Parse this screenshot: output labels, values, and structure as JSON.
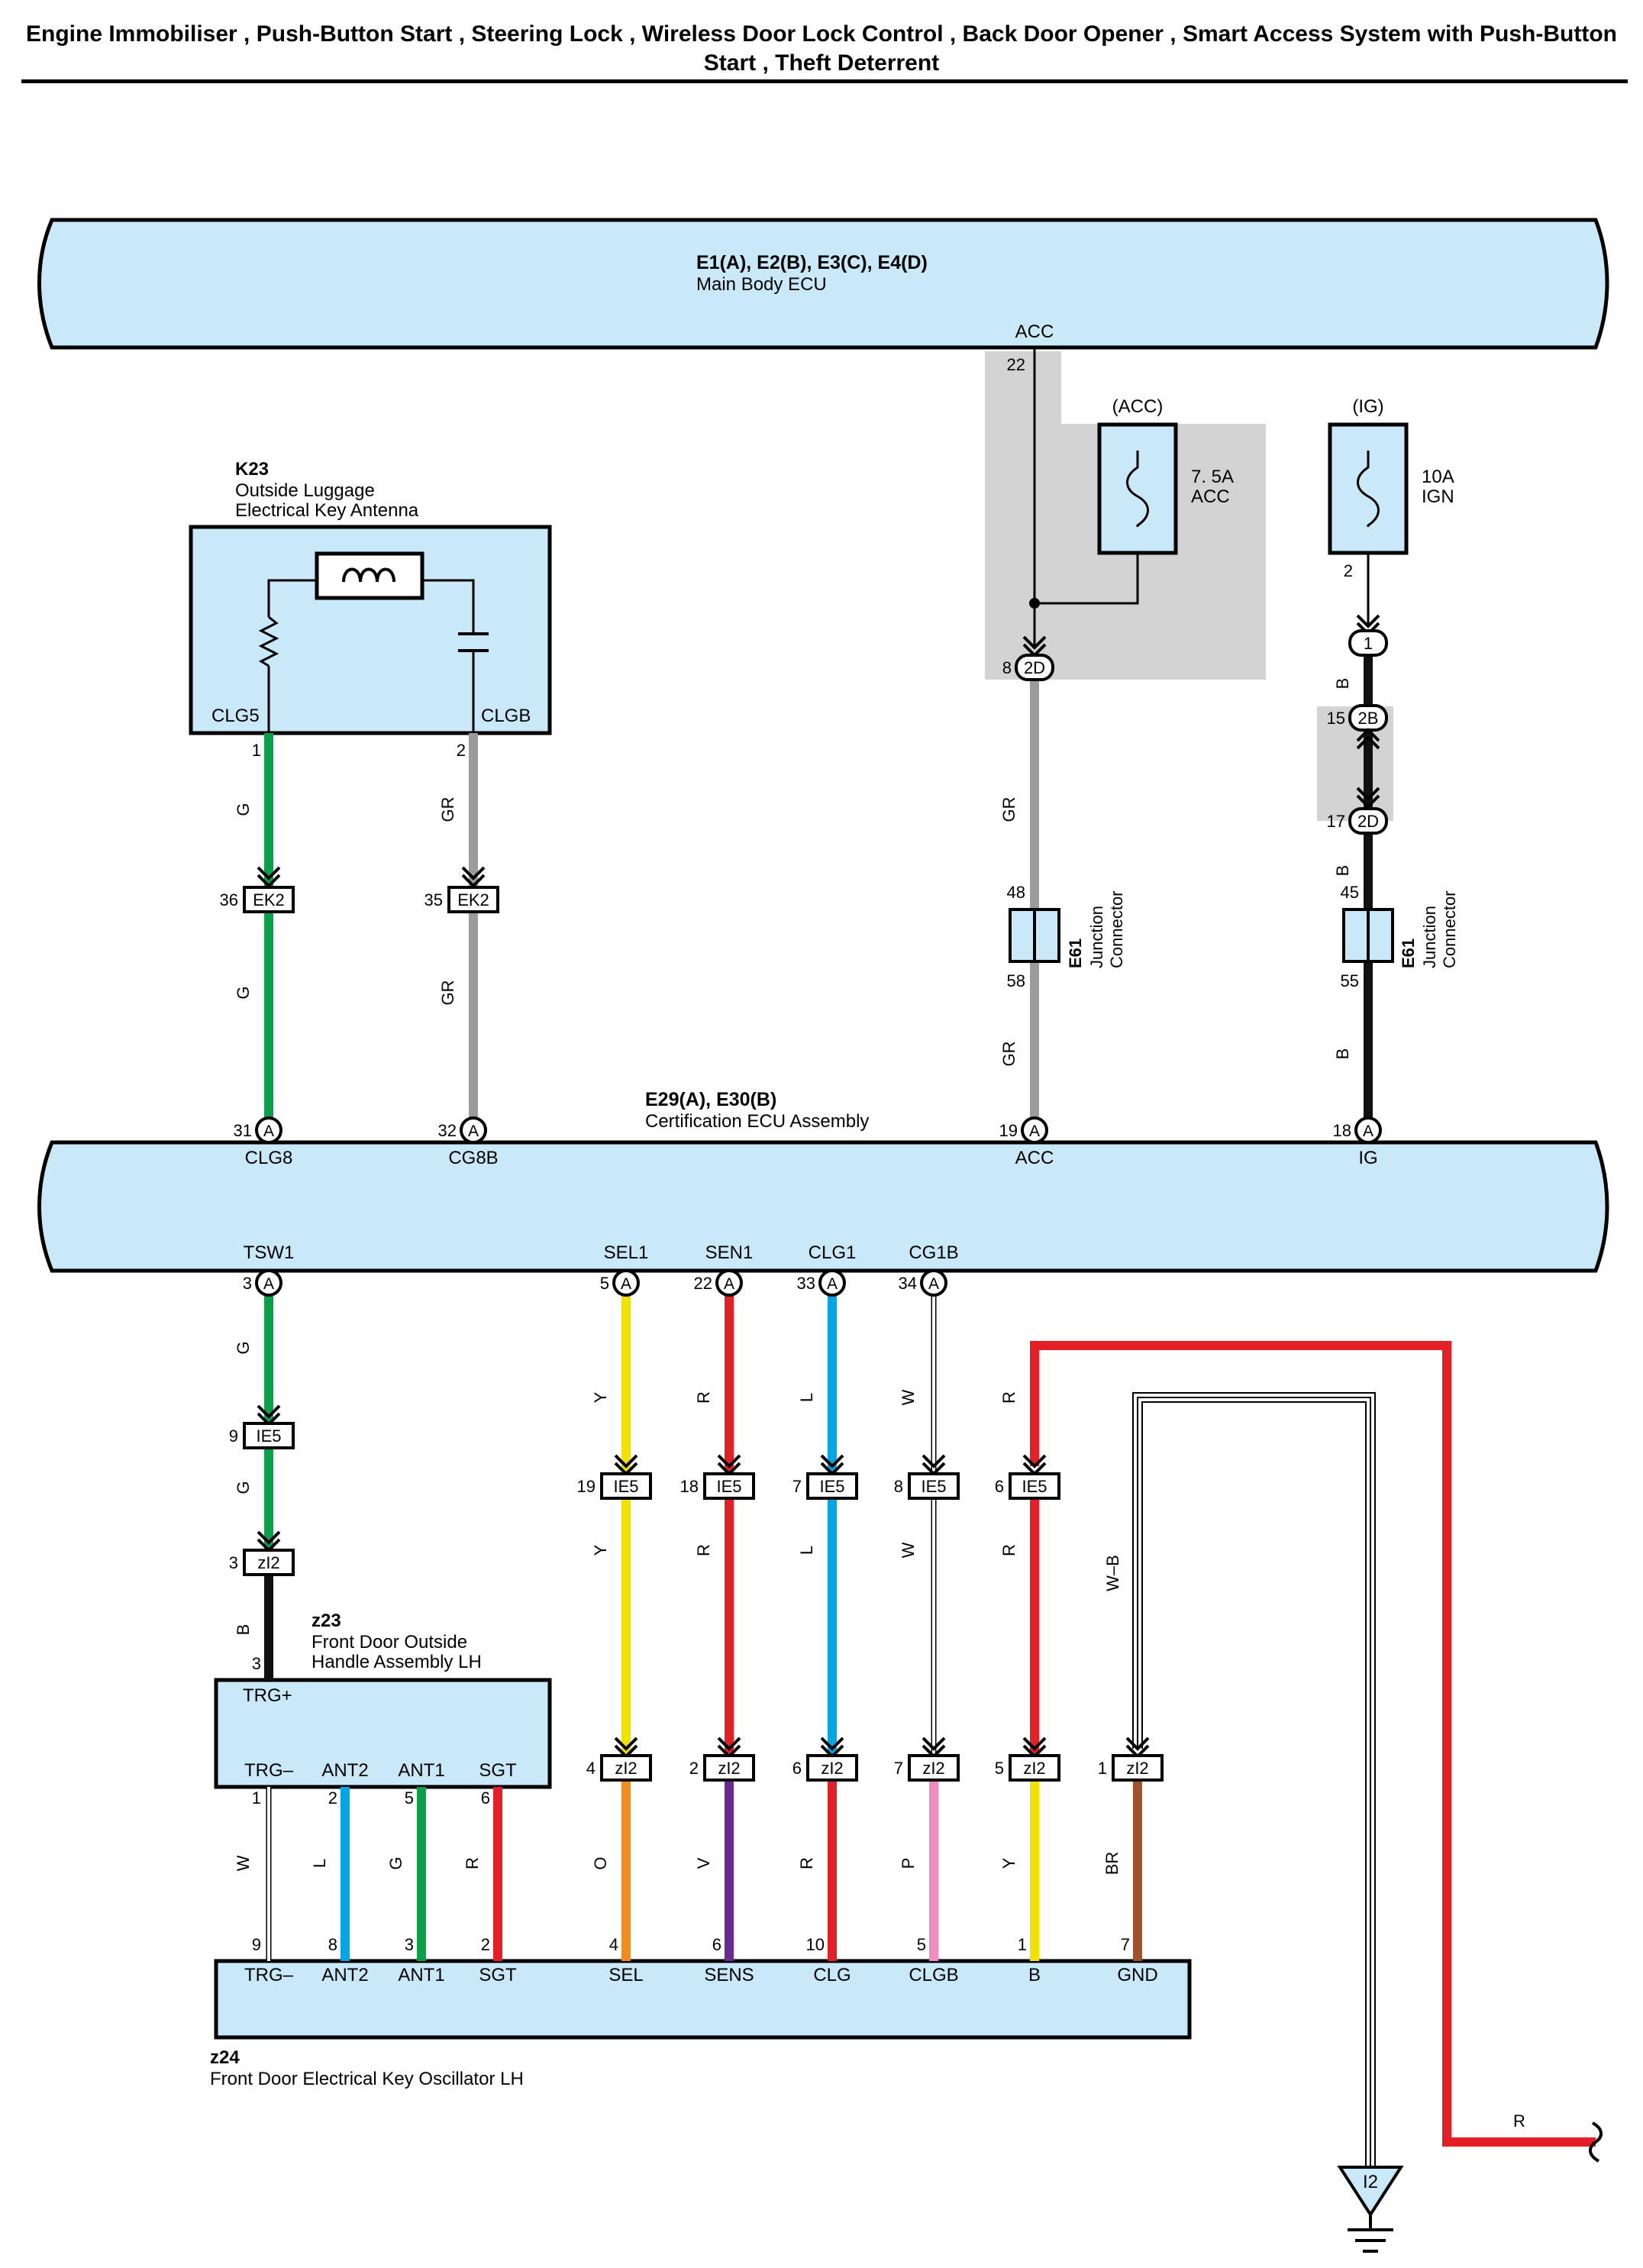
{
  "title": "Engine Immobiliser , Push-Button Start , Steering Lock , Wireless Door Lock Control , Back Door Opener , Smart Access System with Push-Button Start , Theft Deterrent",
  "colors": {
    "ecu_fill": "#c9e8f8",
    "shade": "#d3d3d3",
    "G": "#0aa14a",
    "GR": "#9b9b9b",
    "B": "#111111",
    "Y": "#f2e000",
    "R": "#e41f25",
    "L": "#00a6e6",
    "W": "#ffffff",
    "O": "#f58a1f",
    "V": "#6a2a8e",
    "P": "#f08cbf",
    "BR": "#a0522d",
    "WB": "#ffffff"
  },
  "components": {
    "main_ecu": {
      "code": "E1(A), E2(B), E3(C), E4(D)",
      "name": "Main Body ECU",
      "pin": "ACC",
      "pin_no": "22"
    },
    "cert_ecu": {
      "code": "E29(A), E30(B)",
      "name": "Certification ECU Assembly",
      "top_pins": [
        "CLG8",
        "CG8B",
        "ACC",
        "IG"
      ],
      "bottom_pins": [
        "TSW1",
        "SEL1",
        "SEN1",
        "CLG1",
        "CG1B"
      ]
    },
    "k23": {
      "code": "K23",
      "name1": "Outside Luggage",
      "name2": "Electrical Key Antenna",
      "pin1": "CLG5",
      "pin2": "CLGB"
    },
    "fuse_acc": {
      "title": "(ACC)",
      "rating": "7. 5A",
      "name": "ACC"
    },
    "fuse_ig": {
      "title": "(IG)",
      "rating": "10A",
      "name": "IGN",
      "pin": "2"
    },
    "e61": {
      "code": "E61",
      "name1": "Junction",
      "name2": "Connector"
    },
    "z23": {
      "code": "z23",
      "name1": "Front Door Outside",
      "name2": "Handle Assembly LH",
      "pins": [
        "TRG+",
        "TRG–",
        "ANT2",
        "ANT1",
        "SGT"
      ]
    },
    "z24": {
      "code": "z24",
      "name": "Front Door Electrical Key Oscillator LH",
      "pins": [
        "TRG–",
        "ANT2",
        "ANT1",
        "SGT",
        "SEL",
        "SENS",
        "CLG",
        "CLGB",
        "B",
        "GND"
      ]
    },
    "ground": {
      "label": "I2"
    }
  },
  "connectors": {
    "ek2": "EK2",
    "ie5": "IE5",
    "zi2": "zI2",
    "a": "A",
    "c2d": "2D",
    "c2b": "2B",
    "c1": "1"
  },
  "wires": {
    "clg": {
      "color_code": "G",
      "pins": [
        "1",
        "36",
        "31"
      ]
    },
    "cgb": {
      "color_code": "GR",
      "pins": [
        "2",
        "35",
        "32"
      ]
    },
    "acc": {
      "color_code": "GR",
      "pins": [
        "8",
        "48",
        "58",
        "19"
      ]
    },
    "ig": {
      "color_code": "B",
      "pins": [
        "15",
        "17",
        "45",
        "55",
        "18"
      ]
    },
    "tsw": {
      "color_codes": [
        "G",
        "G",
        "B"
      ],
      "pins": [
        "3",
        "9",
        "3",
        "3"
      ]
    },
    "sel": {
      "color_codes": [
        "Y",
        "Y",
        "O"
      ],
      "pins": [
        "5",
        "19",
        "4",
        "4"
      ]
    },
    "sen": {
      "color_codes": [
        "R",
        "R",
        "V"
      ],
      "pins": [
        "22",
        "18",
        "2",
        "6"
      ]
    },
    "clg1": {
      "color_codes": [
        "L",
        "L",
        "R"
      ],
      "pins": [
        "33",
        "7",
        "6",
        "10"
      ]
    },
    "cg1b": {
      "color_codes": [
        "W",
        "W",
        "P"
      ],
      "pins": [
        "34",
        "8",
        "7",
        "5"
      ]
    },
    "b": {
      "color_codes": [
        "R",
        "R",
        "Y"
      ],
      "pins": [
        "6",
        "5",
        "1"
      ]
    },
    "gnd": {
      "color_codes": [
        "W–B",
        "BR"
      ],
      "pins": [
        "1",
        "7"
      ]
    },
    "z23_z24": {
      "color_codes": [
        "W",
        "L",
        "G",
        "R"
      ],
      "top_pins": [
        "1",
        "2",
        "5",
        "6"
      ],
      "bottom_pins": [
        "9",
        "8",
        "3",
        "2"
      ]
    }
  }
}
